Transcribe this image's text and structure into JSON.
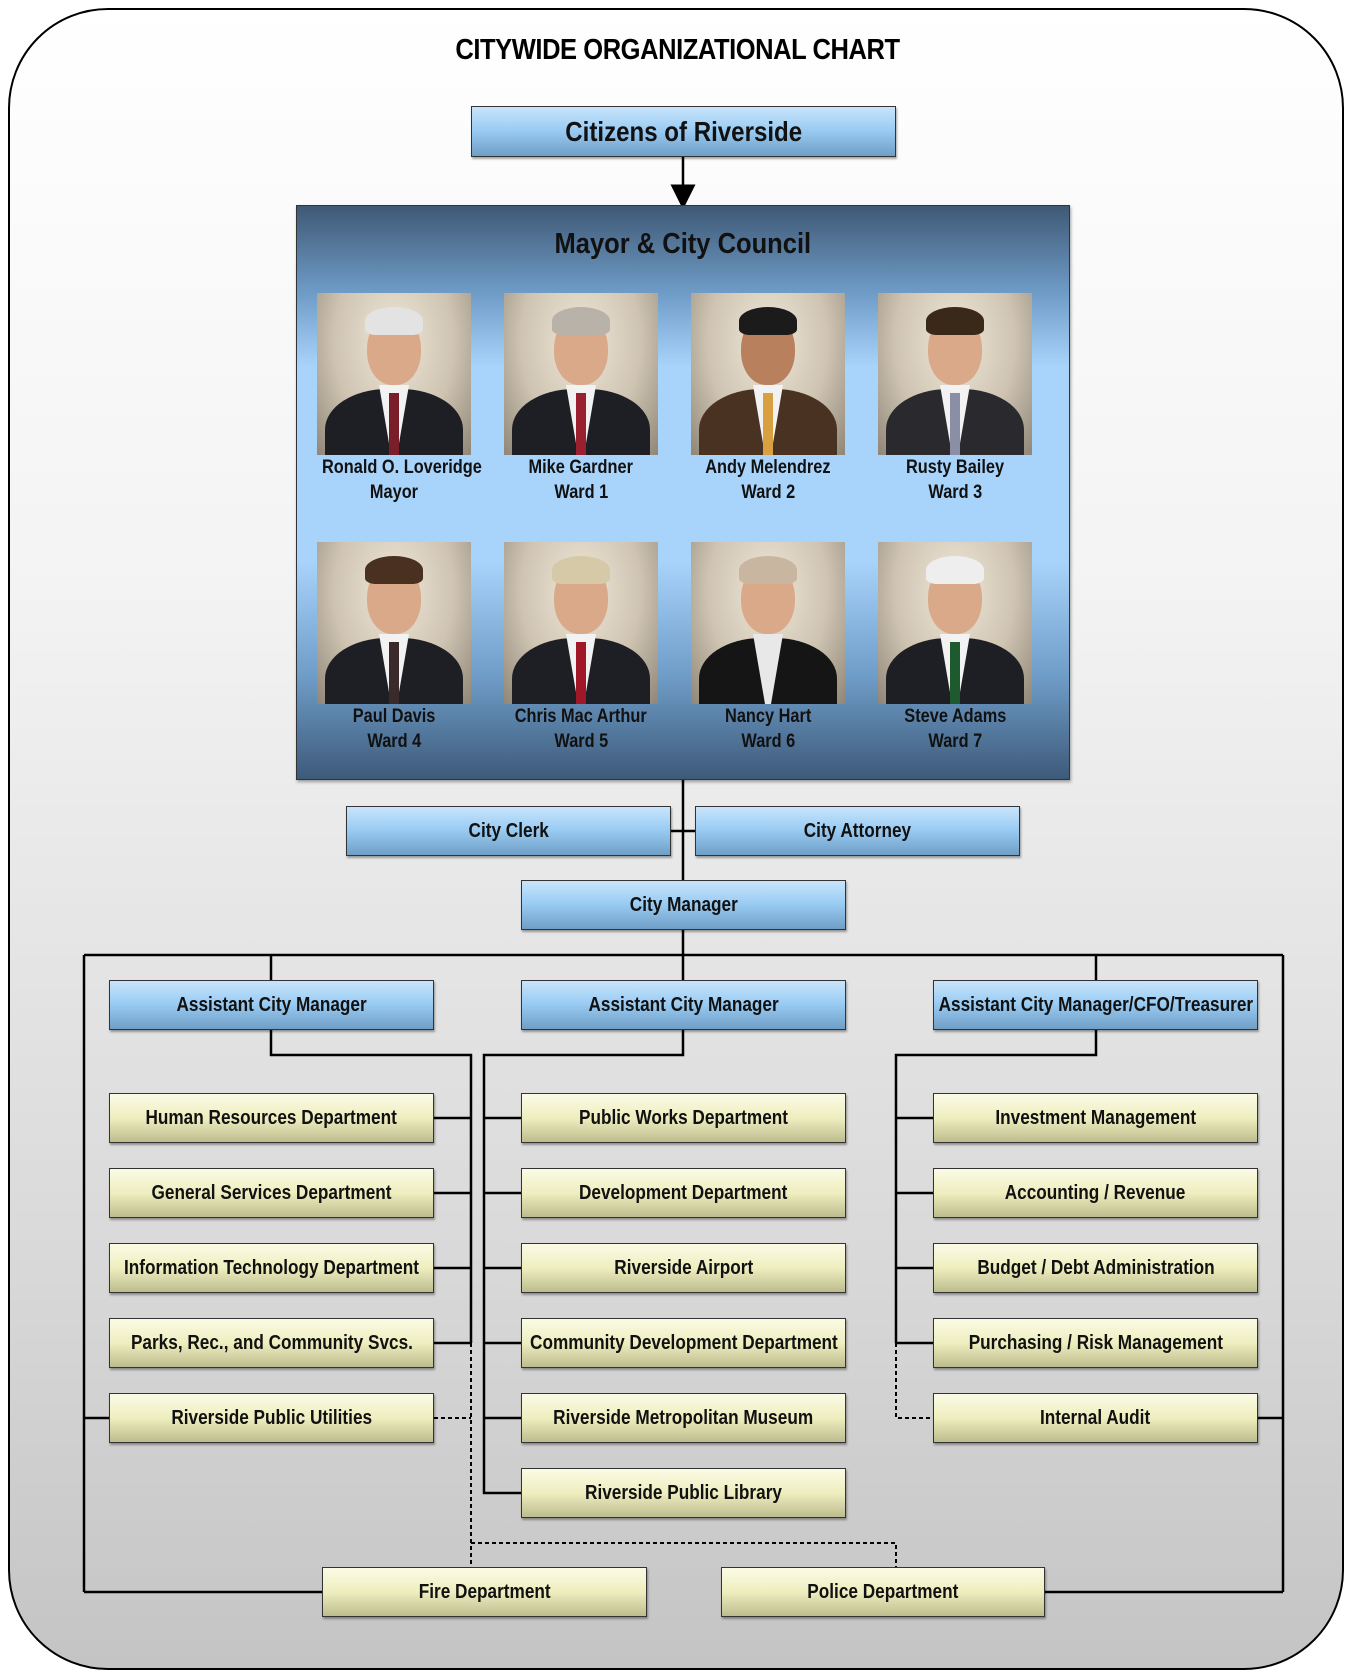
{
  "title": "CITYWIDE ORGANIZATIONAL CHART",
  "citizens": "Citizens of Riverside",
  "council": {
    "title": "Mayor & City Council",
    "members": [
      {
        "name": "Ronald O. Loveridge",
        "role": "Mayor"
      },
      {
        "name": "Mike Gardner",
        "role": "Ward 1"
      },
      {
        "name": "Andy Melendrez",
        "role": "Ward 2"
      },
      {
        "name": "Rusty Bailey",
        "role": "Ward 3"
      },
      {
        "name": "Paul Davis",
        "role": "Ward 4"
      },
      {
        "name": "Chris Mac Arthur",
        "role": "Ward 5"
      },
      {
        "name": "Nancy Hart",
        "role": "Ward 6"
      },
      {
        "name": "Steve Adams",
        "role": "Ward 7"
      }
    ]
  },
  "city_clerk": "City Clerk",
  "city_attorney": "City Attorney",
  "city_manager": "City Manager",
  "assistants": [
    "Assistant City Manager",
    "Assistant City Manager",
    "Assistant City Manager/CFO/Treasurer"
  ],
  "departments": {
    "left": [
      "Human Resources Department",
      "General Services Department",
      "Information Technology Department",
      "Parks, Rec., and Community Svcs.",
      "Riverside Public Utilities"
    ],
    "center": [
      "Public Works Department",
      "Development Department",
      "Riverside Airport",
      "Community Development Department",
      "Riverside Metropolitan Museum",
      "Riverside Public Library"
    ],
    "right": [
      "Investment Management",
      "Accounting / Revenue",
      "Budget / Debt Administration",
      "Purchasing / Risk Management",
      "Internal Audit"
    ]
  },
  "safety": [
    "Fire Department",
    "Police Department"
  ],
  "colors": {
    "blue_box": "#9ccdf4",
    "tan_box": "#eeeebf",
    "council_bg": "#a8d3fb",
    "line": "#000000"
  }
}
